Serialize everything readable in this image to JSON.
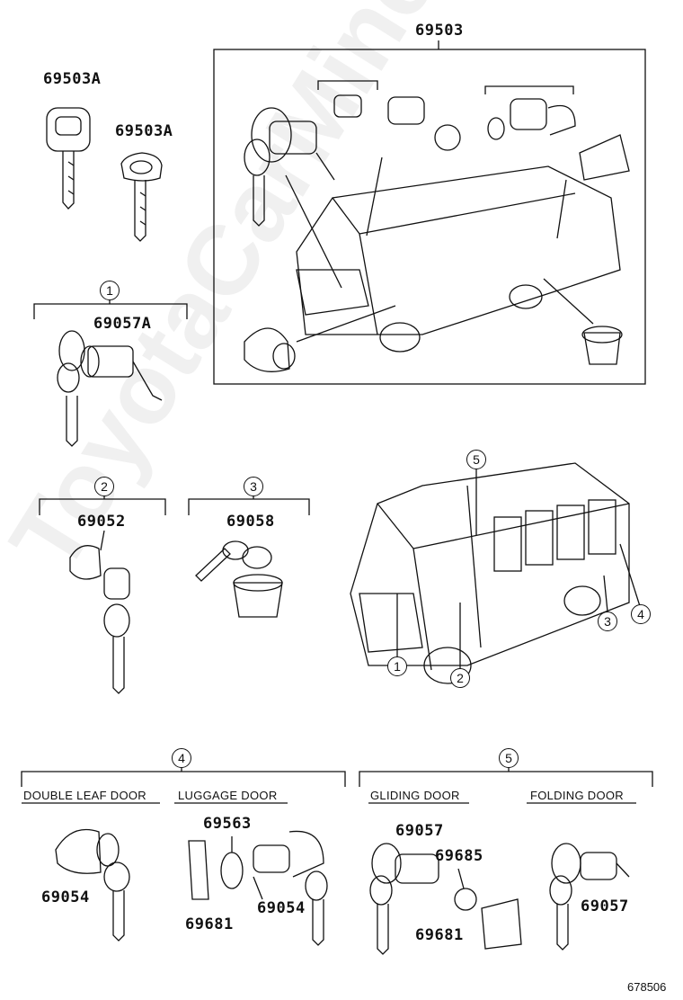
{
  "watermark": "ToyotaCarMine.ru",
  "top_group": {
    "label": "69503"
  },
  "key_labels": {
    "key_a1": "69503A",
    "key_a2": "69503A"
  },
  "group1": {
    "num": "1",
    "part": "69057A"
  },
  "group2": {
    "num": "2",
    "part": "69052"
  },
  "group3": {
    "num": "3",
    "part": "69058"
  },
  "van_callouts": [
    "5",
    "1",
    "2",
    "3",
    "4"
  ],
  "group4": {
    "num": "4",
    "double_leaf": {
      "caption": "DOUBLE LEAF DOOR",
      "part": "69054"
    },
    "luggage": {
      "caption": "LUGGAGE DOOR",
      "part_ring": "69563",
      "part_clip": "69681",
      "part_lock": "69054"
    }
  },
  "group5": {
    "num": "5",
    "gliding": {
      "caption": "GLIDING DOOR",
      "part_lock": "69057",
      "part_ring": "69685",
      "part_clip": "69681"
    },
    "folding": {
      "caption": "FOLDING DOOR",
      "part_lock": "69057"
    }
  },
  "figure_ref": "678506"
}
